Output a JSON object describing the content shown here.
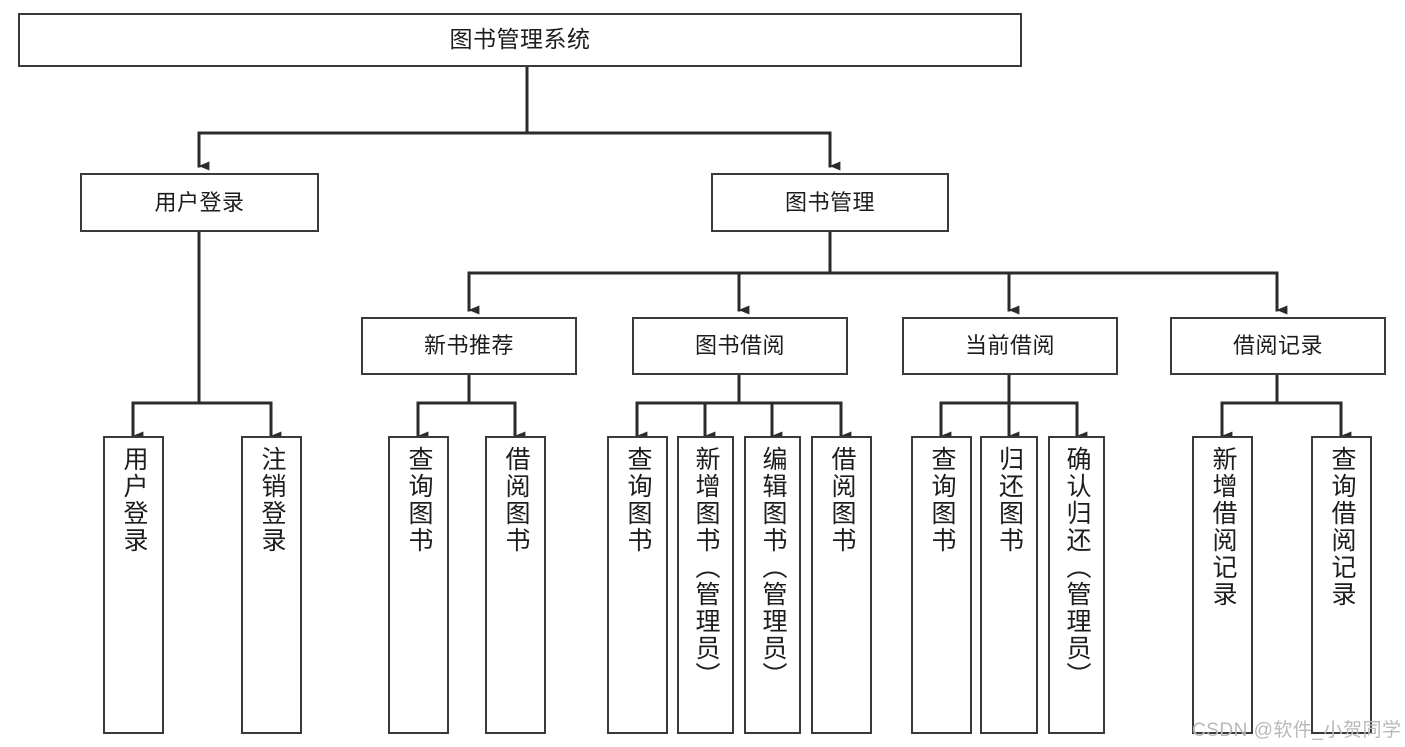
{
  "diagram": {
    "type": "tree",
    "title": "图书管理系统",
    "orientation": "top-down",
    "colors": {
      "box_border": "#3a3a3a",
      "box_fill": "#ffffff",
      "connector": "#2b2b2b",
      "text": "#1d1d1d",
      "watermark": "#b9b9b9",
      "background": "#ffffff"
    },
    "nodes": {
      "root": {
        "label": "图书管理系统",
        "level": 0
      },
      "user_login": {
        "label": "用户登录",
        "level": 1
      },
      "book_manage": {
        "label": "图书管理",
        "level": 1
      },
      "new_book_recommend": {
        "label": "新书推荐",
        "level": 2
      },
      "book_borrow": {
        "label": "图书借阅",
        "level": 2
      },
      "current_borrow": {
        "label": "当前借阅",
        "level": 2
      },
      "borrow_record": {
        "label": "借阅记录",
        "level": 2
      },
      "leaf_user_login": {
        "label": "用户登录",
        "level": 2
      },
      "leaf_logout": {
        "label": "注销登录",
        "level": 2
      },
      "leaf_query_book_1": {
        "label": "查询图书",
        "level": 3
      },
      "leaf_borrow_book_1": {
        "label": "借阅图书",
        "level": 3
      },
      "leaf_query_book_2": {
        "label": "查询图书",
        "level": 3
      },
      "leaf_add_book": {
        "label": "新增图书（管理员）",
        "level": 3
      },
      "leaf_edit_book": {
        "label": "编辑图书（管理员）",
        "level": 3
      },
      "leaf_borrow_book_2": {
        "label": "借阅图书",
        "level": 3
      },
      "leaf_query_book_3": {
        "label": "查询图书",
        "level": 3
      },
      "leaf_return_book": {
        "label": "归还图书",
        "level": 3
      },
      "leaf_confirm_return": {
        "label": "确认归还（管理员）",
        "level": 3
      },
      "leaf_add_record": {
        "label": "新增借阅记录",
        "level": 3
      },
      "leaf_query_record": {
        "label": "查询借阅记录",
        "level": 3
      }
    },
    "edges": [
      {
        "from": "root",
        "to": "user_login"
      },
      {
        "from": "root",
        "to": "book_manage"
      },
      {
        "from": "user_login",
        "to": "leaf_user_login"
      },
      {
        "from": "user_login",
        "to": "leaf_logout"
      },
      {
        "from": "book_manage",
        "to": "new_book_recommend"
      },
      {
        "from": "book_manage",
        "to": "book_borrow"
      },
      {
        "from": "book_manage",
        "to": "current_borrow"
      },
      {
        "from": "book_manage",
        "to": "borrow_record"
      },
      {
        "from": "new_book_recommend",
        "to": "leaf_query_book_1"
      },
      {
        "from": "new_book_recommend",
        "to": "leaf_borrow_book_1"
      },
      {
        "from": "book_borrow",
        "to": "leaf_query_book_2"
      },
      {
        "from": "book_borrow",
        "to": "leaf_add_book"
      },
      {
        "from": "book_borrow",
        "to": "leaf_edit_book"
      },
      {
        "from": "book_borrow",
        "to": "leaf_borrow_book_2"
      },
      {
        "from": "current_borrow",
        "to": "leaf_query_book_3"
      },
      {
        "from": "current_borrow",
        "to": "leaf_return_book"
      },
      {
        "from": "current_borrow",
        "to": "leaf_confirm_return"
      },
      {
        "from": "borrow_record",
        "to": "leaf_add_record"
      },
      {
        "from": "borrow_record",
        "to": "leaf_query_record"
      }
    ]
  },
  "watermark": {
    "text": "CSDN @软件_小贺同学"
  }
}
